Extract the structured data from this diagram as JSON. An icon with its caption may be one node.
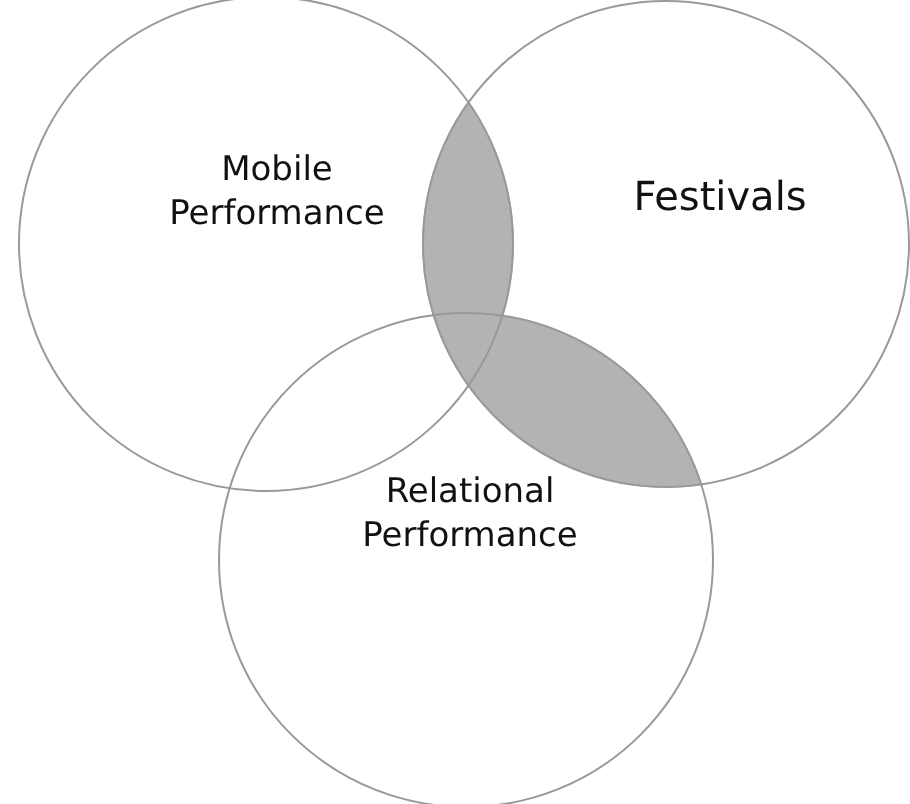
{
  "diagram": {
    "nodes": [
      {
        "text": [
          "Mobile Performance"
        ]
      },
      {
        "text": [
          "Festivals"
        ]
      },
      {
        "text": [
          "Relational Performance"
        ]
      }
    ]
  }
}
